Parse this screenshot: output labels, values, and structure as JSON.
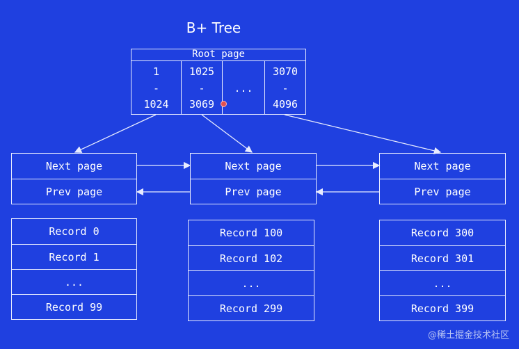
{
  "title": "B+ Tree",
  "root": {
    "header": "Root page",
    "columns": [
      {
        "start": "1",
        "dash": "-",
        "end": "1024"
      },
      {
        "start": "1025",
        "dash": "-",
        "end": "3069"
      },
      {
        "ellipsis": "..."
      },
      {
        "start": "3070",
        "dash": "-",
        "end": "4096"
      }
    ]
  },
  "leaves": [
    {
      "next": "Next page",
      "prev": "Prev page",
      "records": [
        "Record 0",
        "Record 1",
        "...",
        "Record 99"
      ]
    },
    {
      "next": "Next page",
      "prev": "Prev page",
      "records": [
        "Record 100",
        "Record 102",
        "...",
        "Record 299"
      ]
    },
    {
      "next": "Next page",
      "prev": "Prev page",
      "records": [
        "Record 300",
        "Record 301",
        "...",
        "Record 399"
      ]
    }
  ],
  "watermark": "@稀土掘金技术社区",
  "colors": {
    "background": "#1f40e0",
    "line": "#e8ecff",
    "pointer": "#e05050"
  }
}
